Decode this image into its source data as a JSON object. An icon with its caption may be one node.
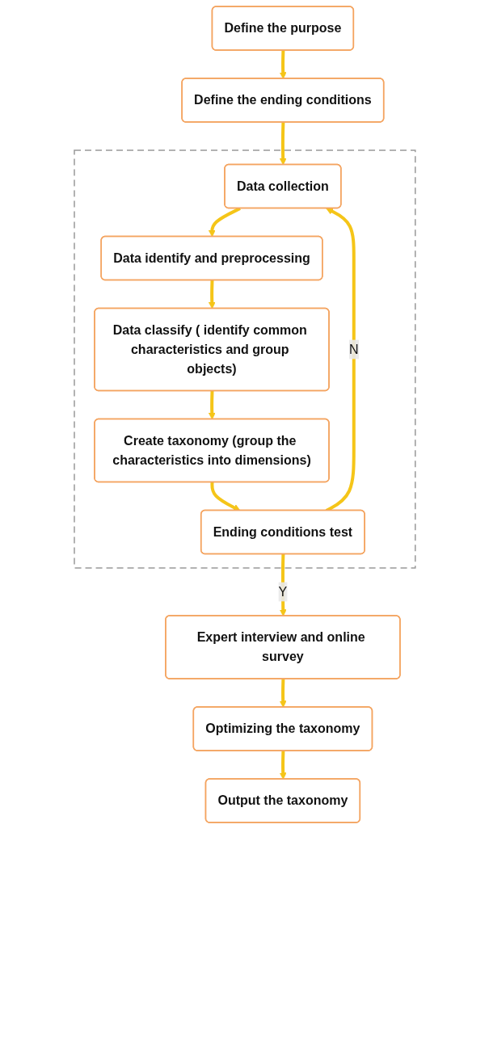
{
  "diagram": {
    "nodes": [
      {
        "text": [
          "Define the purpose"
        ]
      },
      {
        "text": [
          "Define the ending conditions"
        ]
      },
      {
        "text": [],
        "shape": "box"
      },
      {
        "text": [
          "Data collection"
        ],
        "in": 2
      },
      {
        "text": [
          "Data identify and preprocessing"
        ],
        "in": 2
      },
      {
        "text": [
          "Data classify ( identify common characteristics and group objects)"
        ],
        "in": 2
      },
      {
        "text": [
          "Create taxonomy (group the characteristics into dimensions)"
        ],
        "in": 2
      },
      {
        "text": [
          "Ending conditions test"
        ],
        "in": 2
      },
      {
        "text": [
          "Expert interview and online survey"
        ]
      },
      {
        "text": [
          "Optimizing the taxonomy"
        ]
      },
      {
        "text": [
          "Output the taxonomy"
        ]
      }
    ],
    "edges": [
      {
        "from": 0,
        "to": 1,
        "arrow": "to"
      },
      {
        "from": 1,
        "to": 3,
        "arrow": "to"
      },
      {
        "from": 3,
        "to": 4,
        "arrow": "to"
      },
      {
        "from": 4,
        "to": 5,
        "arrow": "to"
      },
      {
        "from": 5,
        "to": 6,
        "arrow": "to"
      },
      {
        "from": 6,
        "to": 7,
        "arrow": "to"
      },
      {
        "from": 7,
        "to": 3,
        "arrow": "to",
        "label": "N"
      },
      {
        "from": 7,
        "to": 8,
        "arrow": "to",
        "label": "Y"
      },
      {
        "from": 8,
        "to": 9,
        "arrow": "to"
      },
      {
        "from": 9,
        "to": 10,
        "arrow": "to"
      }
    ]
  }
}
